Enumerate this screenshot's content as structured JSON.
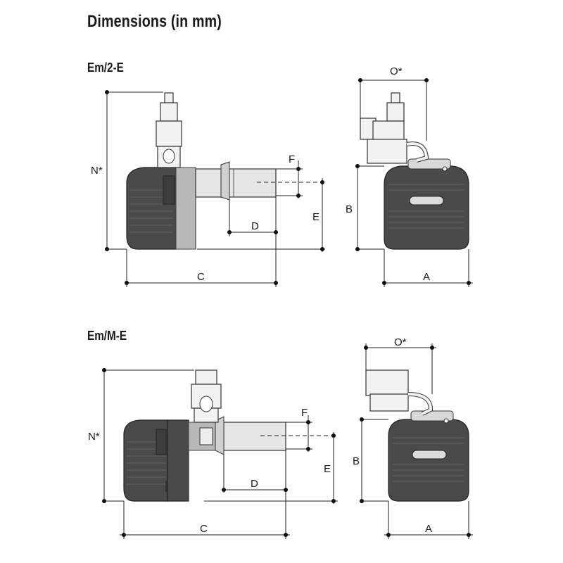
{
  "title": "Dimensions (in mm)",
  "sections": [
    {
      "name": "Em/2-E",
      "labels": {
        "N": "N*",
        "F": "F",
        "E": "E",
        "D": "D",
        "C": "C",
        "O": "O*",
        "B": "B",
        "A": "A"
      }
    },
    {
      "name": "Em/M-E",
      "labels": {
        "N": "N*",
        "F": "F",
        "E": "E",
        "D": "D",
        "C": "C",
        "O": "O*",
        "B": "B",
        "A": "A"
      }
    }
  ],
  "colors": {
    "burner_body": "#4a4a4a",
    "flange": "#b8b8b8",
    "tube": "#e6e6e6"
  }
}
